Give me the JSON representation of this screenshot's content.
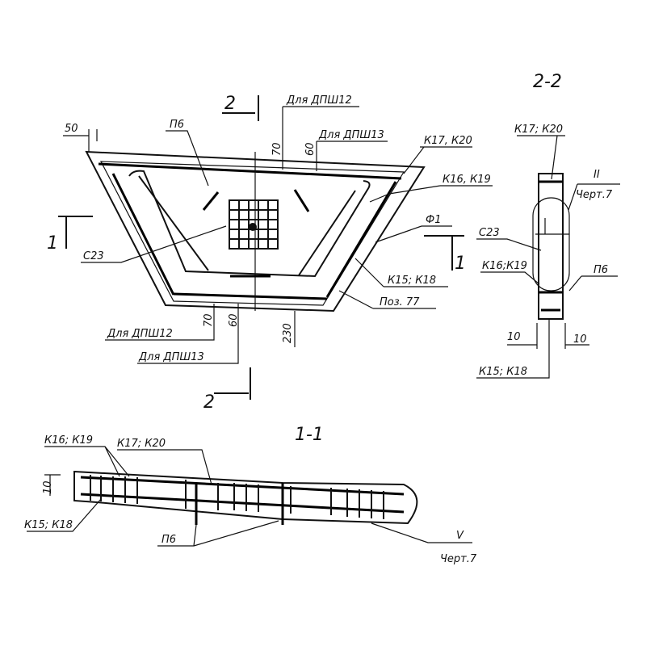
{
  "plan": {
    "section_2_top": "2",
    "section_2_bottom": "2",
    "section_1_left": "1",
    "section_1_right": "1",
    "dim_50": "50",
    "dim_70_top": "70",
    "dim_60_top": "60",
    "dim_70_bottom": "70",
    "dim_60_bottom": "60",
    "dim_230": "230",
    "label_dpsh12_top": "Для ДПШ12",
    "label_dpsh13_top": "Для ДПШ13",
    "label_dpsh12_bottom": "Для ДПШ12",
    "label_dpsh13_bottom": "Для ДПШ13",
    "label_p6": "П6",
    "label_k17_k20": "К17, К20",
    "label_k16_k19": "К16, К19",
    "label_f1": "Ф1",
    "label_c23": "С23",
    "label_k15_k18": "К15; К18",
    "label_poz77": "Поз. 77"
  },
  "section_2_2": {
    "title": "2-2",
    "label_k17_k20": "К17; К20",
    "label_detail": "II",
    "label_chert7": "Черт.7",
    "label_c23": "С23",
    "label_k16_k19": "К16;К19",
    "label_p6": "П6",
    "dim_10_left": "10",
    "dim_10_right": "10",
    "label_k15_k18": "К15; К18"
  },
  "section_1_1": {
    "title": "1-1",
    "label_k16_k19": "К16; К19",
    "label_k17_k20": "К17; К20",
    "dim_10": "10",
    "label_k15_k18": "К15; К18",
    "label_p6": "П6",
    "label_detail": "V",
    "label_chert7": "Черт.7"
  }
}
